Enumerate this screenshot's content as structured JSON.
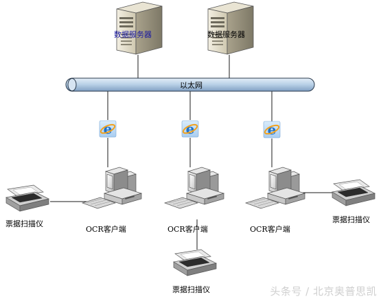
{
  "servers": [
    {
      "label": "数据服务器"
    },
    {
      "label": "数据服务器"
    }
  ],
  "network": {
    "label": "以太网"
  },
  "clients": [
    {
      "label": "OCR客户端",
      "scanner_label": "票据扫描仪"
    },
    {
      "label": "OCR客户端",
      "scanner_label": "票据扫描仪"
    },
    {
      "label": "OCR客户端",
      "scanner_label": "票据扫描仪"
    }
  ],
  "watermark": "头条号 / 北京奥普思凯",
  "colors": {
    "bus": "#b7cfe6",
    "line": "#1a1a1a",
    "ie_blue": "#1f72c9",
    "ie_orange": "#f0a11e"
  }
}
